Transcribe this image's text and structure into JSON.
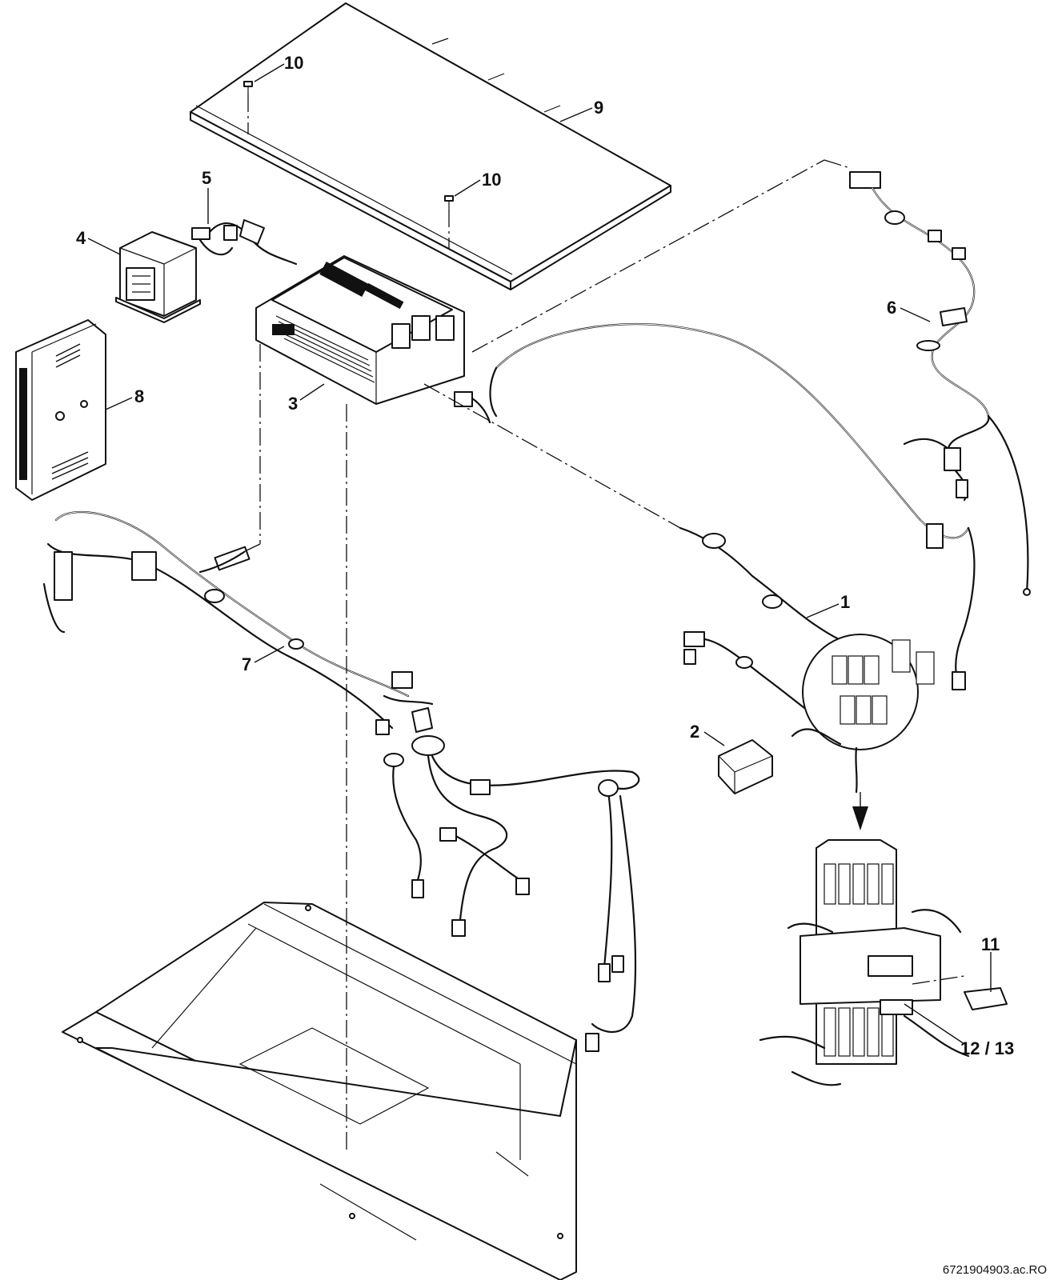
{
  "diagram": {
    "type": "exploded-parts-view",
    "reference_code": "6721904903.ac.RO",
    "callouts": [
      {
        "id": "1",
        "label": "1"
      },
      {
        "id": "2",
        "label": "2"
      },
      {
        "id": "3",
        "label": "3"
      },
      {
        "id": "4",
        "label": "4"
      },
      {
        "id": "5",
        "label": "5"
      },
      {
        "id": "6",
        "label": "6"
      },
      {
        "id": "7",
        "label": "7"
      },
      {
        "id": "8",
        "label": "8"
      },
      {
        "id": "9",
        "label": "9"
      },
      {
        "id": "10a",
        "label": "10"
      },
      {
        "id": "10b",
        "label": "10"
      },
      {
        "id": "11",
        "label": "11"
      },
      {
        "id": "12-13",
        "label": "12 / 13"
      }
    ]
  },
  "colors": {
    "line": "#111111",
    "background": "#ffffff"
  }
}
